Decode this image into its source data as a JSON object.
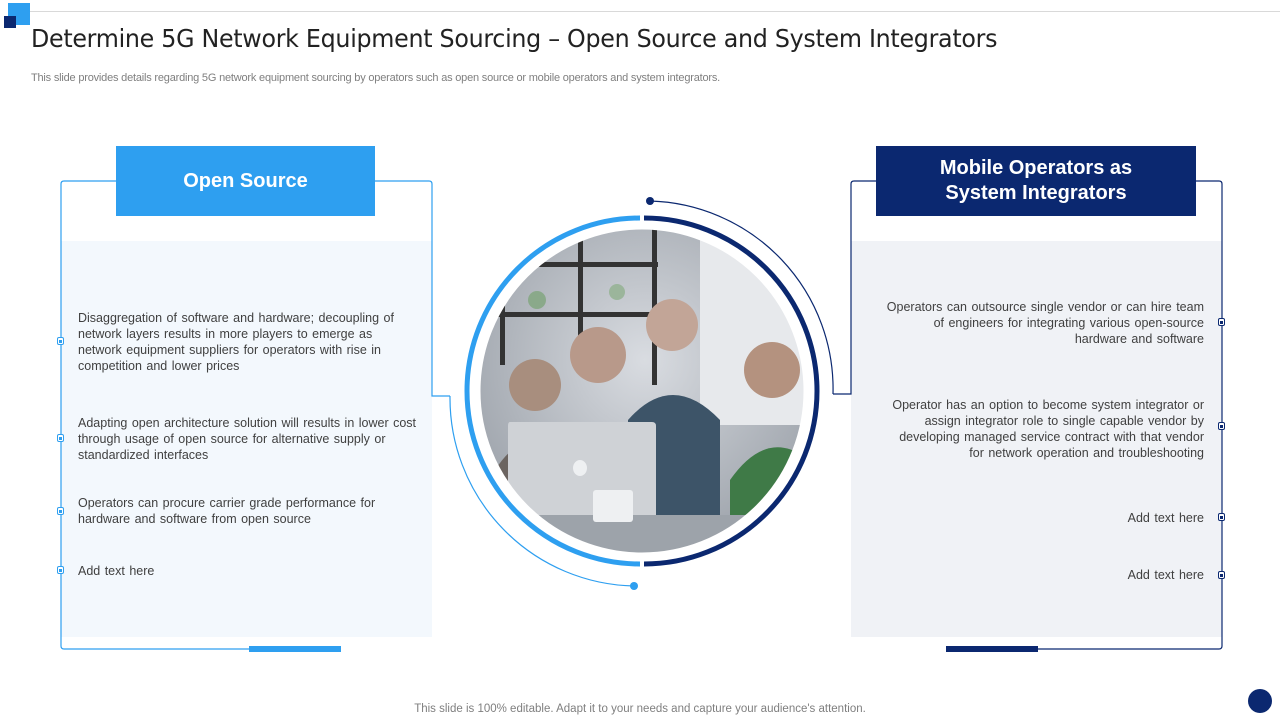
{
  "slide": {
    "title": "Determine 5G Network Equipment Sourcing – Open Source and System Integrators",
    "subtitle": "This slide provides details regarding 5G network equipment sourcing by operators such as open source or mobile operators and system integrators.",
    "footer": "This slide is 100% editable. Adapt it to your needs and capture your audience's attention."
  },
  "colors": {
    "accent_light": "#2e9ff0",
    "accent_dark": "#0b2870",
    "panel_left_fill": "#f3f8fd",
    "panel_right_fill": "#f0f2f6",
    "text": "#404040",
    "muted": "#7f7f7f"
  },
  "left_card": {
    "header": "Open Source",
    "items": [
      {
        "text": "Disaggregation of software and hardware; decoupling of network layers results in more players to emerge as network equipment suppliers for operators with rise in competition and lower prices"
      },
      {
        "text": "Adapting open architecture solution will results in lower cost through usage of open source for alternative supply or standardized interfaces"
      },
      {
        "text": "Operators can procure carrier grade performance for hardware and software from open source"
      },
      {
        "text": "Add text here"
      }
    ]
  },
  "right_card": {
    "header_line1": "Mobile Operators as",
    "header_line2": "System Integrators",
    "items": [
      {
        "text": "Operators can outsource single vendor or can hire team of engineers for integrating various open-source hardware and software"
      },
      {
        "text": "Operator has an option to become system integrator or assign integrator role to single capable vendor by developing managed service contract with that vendor for network operation and troubleshooting"
      },
      {
        "text": "Add text here"
      },
      {
        "text": "Add text here"
      }
    ]
  },
  "center_image": {
    "alt": "Team of four people looking at a laptop"
  }
}
